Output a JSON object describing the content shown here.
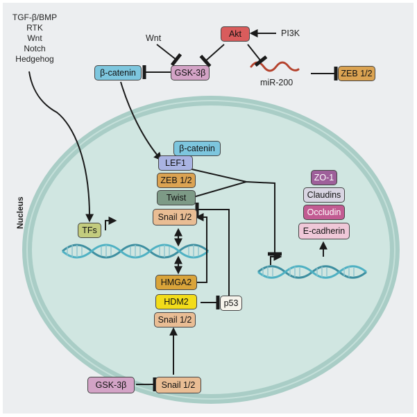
{
  "signals": [
    "TGF-β/BMP",
    "RTK",
    "Wnt",
    "Notch",
    "Hedgehog"
  ],
  "labels": {
    "nucleus": "Nucleus",
    "wnt": "Wnt",
    "pi3k": "PI3K",
    "mir200": "miR-200"
  },
  "cytoplasm": {
    "akt": "Akt",
    "gsk3b_top": "GSK-3β",
    "bcatenin_top": "β-catenin",
    "zeb_top": "ZEB 1/2",
    "gsk3b_bottom": "GSK-3β",
    "snail_bottom": "Snail 1/2"
  },
  "nucleus_nodes": {
    "bcatenin": "β-catenin",
    "lef1": "LEF1",
    "zeb": "ZEB 1/2",
    "twist": "Twist",
    "snail": "Snail 1/2",
    "tfs": "TFs",
    "hmga2": "HMGA2",
    "hdm2": "HDM2",
    "snail_lower": "Snail 1/2",
    "p53": "p53"
  },
  "targets": [
    "ZO-1",
    "Claudins",
    "Occludin",
    "E-cadherin"
  ],
  "colors": {
    "akt": "#d95c5c",
    "gsk3b": "#d3a3c6",
    "bcatenin": "#7dc6de",
    "zeb": "#dba352",
    "lef1": "#a9b3e2",
    "twist": "#7d9a86",
    "snail": "#e9bd94",
    "tfs": "#c3cc7e",
    "hmga2": "#d9a43a",
    "hdm2": "#f2dc1a",
    "p53": "#f6f4ec",
    "zo1": "#9e5f9a",
    "claudins": "#d9d5e3",
    "occludin": "#c25b92",
    "ecadherin": "#efc8d8",
    "nucleus_fill": "#d0e6e1",
    "nucleus_ring": "#a9cdc6",
    "dna": "#3e8fa0"
  }
}
